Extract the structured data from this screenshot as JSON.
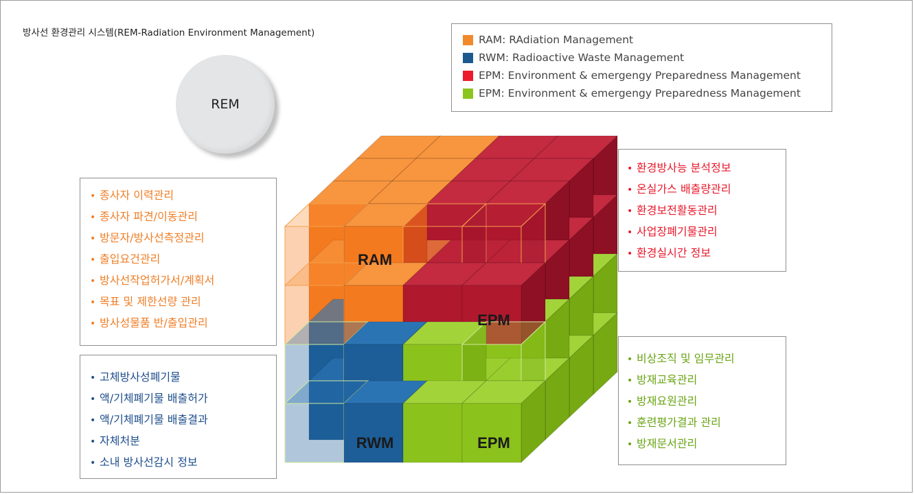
{
  "title": "방사선 환경관리 시스템(REM-Radiation Environment Management)",
  "rem_label": "REM",
  "legend": [
    {
      "label": "RAM: RAdiation Management",
      "color": "#f08a2c"
    },
    {
      "label": "RWM: Radioactive Waste Management",
      "color": "#1c5a8e"
    },
    {
      "label": "EPM: Environment & emergengy Preparedness Management",
      "color": "#ec1b2a"
    },
    {
      "label": "EPM: Environment & emergengy Preparedness Management",
      "color": "#8cc41e"
    }
  ],
  "ram_items": [
    "종사자 이력관리",
    "종사자 파견/이동관리",
    "방문자/방사선측정관리",
    "출입요건관리",
    "방사선작업허가서/계획서",
    "목표 및 제한선량 관리",
    "방사성물품 반/출입관리"
  ],
  "rwm_items": [
    "고체방사성폐기물",
    "액/기체폐기물 배출허가",
    "액/기체폐기물 배출결과",
    "자체처분",
    "소내 방사선감시 정보"
  ],
  "epm_env_items": [
    "환경방사능 분석정보",
    "온실가스 배출량관리",
    "환경보전활동관리",
    "사업장폐기물관리",
    "환경실시간 정보"
  ],
  "epm_emg_items": [
    "비상조직 및 임무관리",
    "방재교육관리",
    "방재요원관리",
    "훈련평가결과 관리",
    "방재문서관리"
  ],
  "bullet": "•",
  "cube_labels": {
    "ram": "RAM",
    "epm_top": "EPM",
    "rwm": "RWM",
    "epm_bottom": "EPM"
  },
  "colors": {
    "orange": "#f47a1f",
    "orange_side": "#e86a10",
    "orange_top": "#f8953f",
    "red": "#b0182e",
    "red_side": "#8e1024",
    "red_top": "#c42a40",
    "blue": "#1d5e99",
    "blue_side": "#164c7d",
    "blue_top": "#2b74b4",
    "green": "#8cc21c",
    "green_side": "#76a912",
    "green_top": "#a2d43a"
  }
}
